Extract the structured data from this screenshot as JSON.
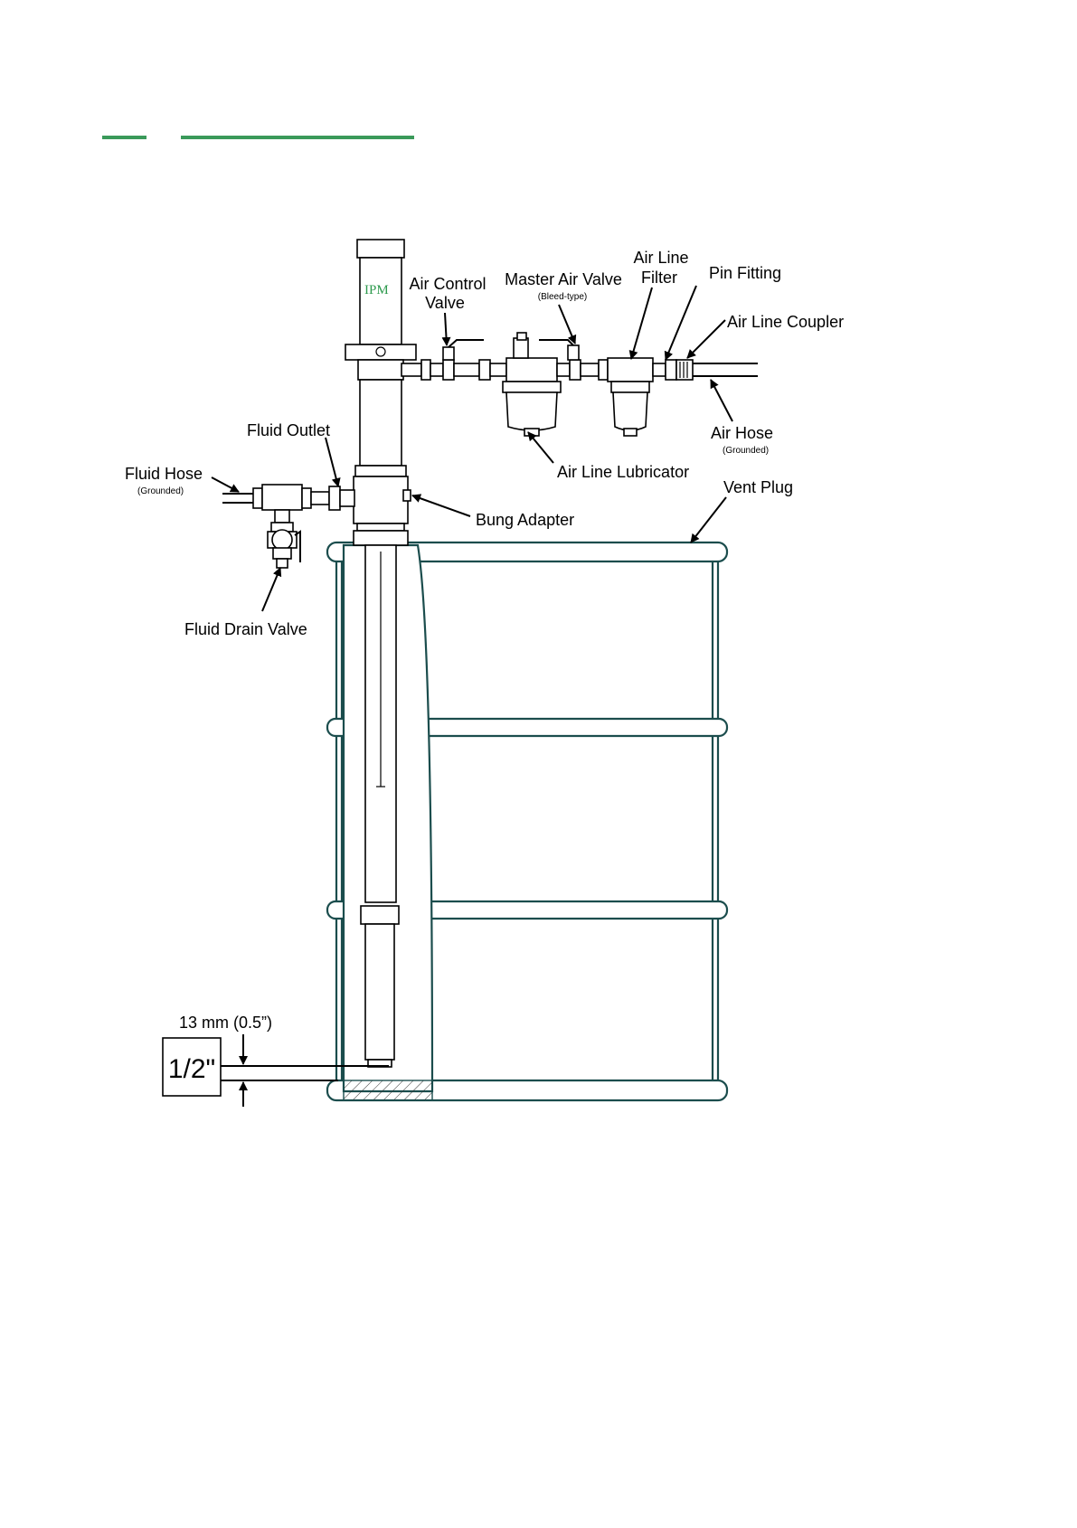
{
  "header": {
    "rule_color": "#3a9a5a"
  },
  "diagram": {
    "brand": "IPM",
    "brand_color": "#2e9a4e",
    "labels": {
      "air_control_valve_1": "Air Control",
      "air_control_valve_2": "Valve",
      "master_air_valve": "Master Air Valve",
      "master_air_valve_sub": "(Bleed-type)",
      "air_line_filter_1": "Air Line",
      "air_line_filter_2": "Filter",
      "pin_fitting": "Pin Fitting",
      "air_line_coupler": "Air Line Coupler",
      "air_hose": "Air Hose",
      "air_hose_sub": "(Grounded)",
      "fluid_outlet": "Fluid Outlet",
      "fluid_hose": "Fluid Hose",
      "fluid_hose_sub": "(Grounded)",
      "air_line_lubricator": "Air Line Lubricator",
      "vent_plug": "Vent Plug",
      "bung_adapter": "Bung Adapter",
      "fluid_drain_valve": "Fluid Drain Valve",
      "clearance": "13 mm (0.5”)",
      "clearance_box": "1/2\""
    }
  }
}
